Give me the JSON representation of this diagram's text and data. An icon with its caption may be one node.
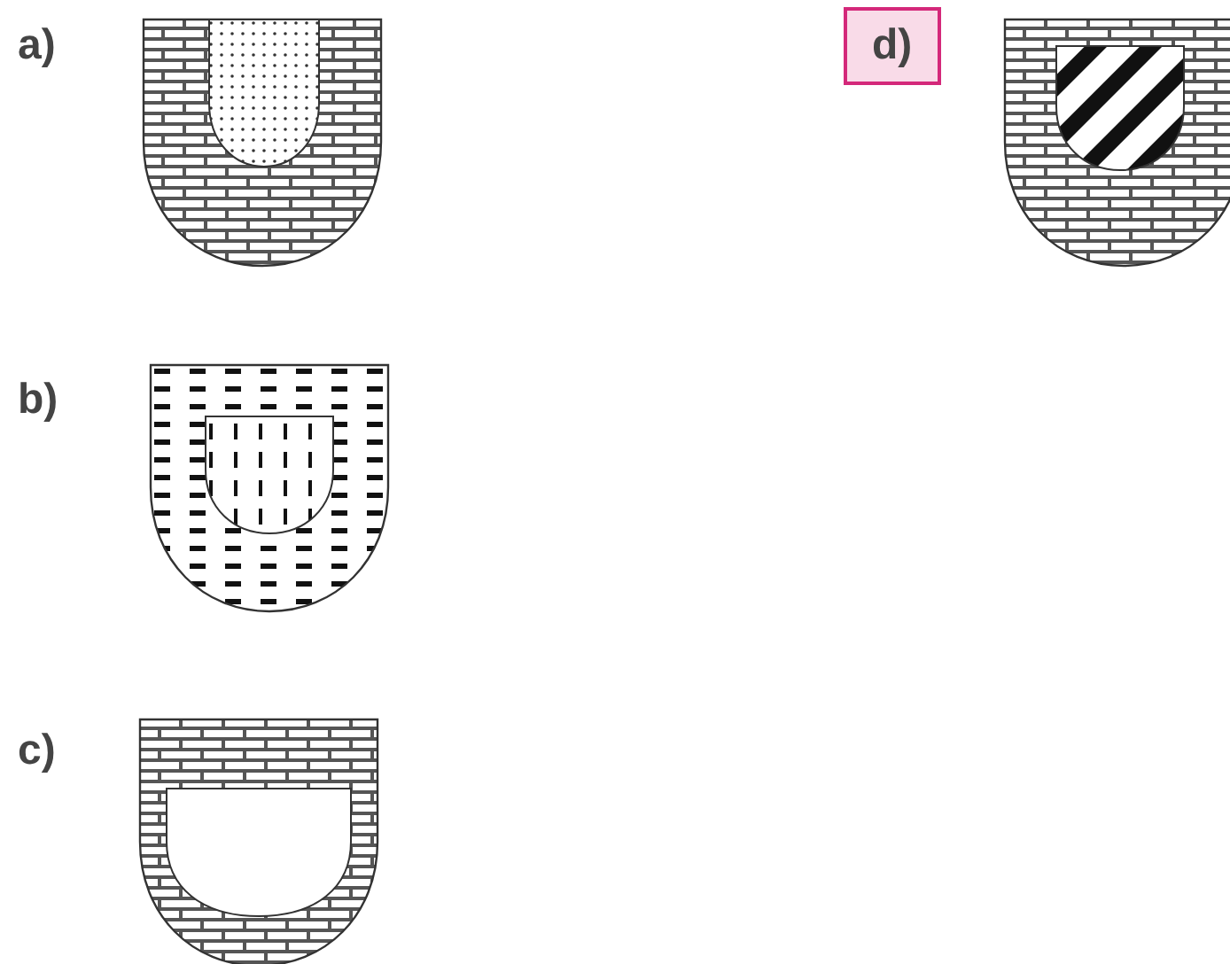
{
  "diagram": {
    "nodes": [
      {
        "text": [
          "d)"
        ]
      }
    ],
    "labels": [
      "a)",
      "b)",
      "c)"
    ]
  }
}
